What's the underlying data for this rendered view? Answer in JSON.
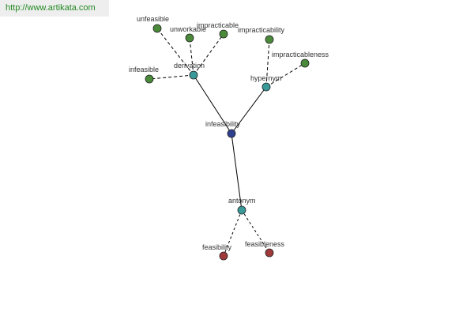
{
  "site_link": "http://www.artikata.com",
  "colors": {
    "center": "#2e3f8f",
    "relation": "#3a9a9a",
    "derivation_word": "#4a8a3a",
    "antonym_word": "#a03a3a",
    "banner_text": "#228822"
  },
  "graph": {
    "center": "infeasibility",
    "relations": [
      {
        "label": "derivation",
        "words": [
          "unfeasible",
          "unworkable",
          "impracticable",
          "infeasible"
        ]
      },
      {
        "label": "hypernym",
        "words": [
          "impracticability",
          "impracticableness"
        ]
      },
      {
        "label": "antonym",
        "words": [
          "feasibility",
          "feasibleness"
        ]
      }
    ]
  }
}
